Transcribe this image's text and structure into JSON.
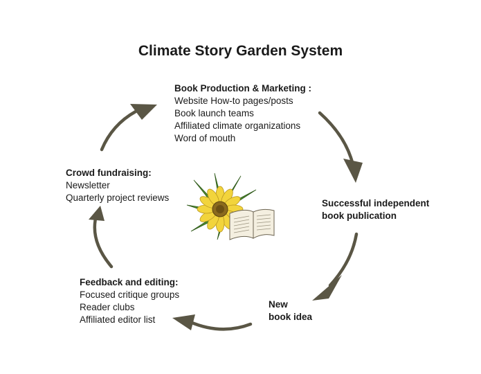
{
  "diagram": {
    "title": "Climate Story Garden System",
    "nodes": {
      "production": {
        "heading": "Book Production & Marketing",
        "suffix": " :",
        "items": [
          "Website How-to pages/posts",
          "Book launch teams",
          "Affiliated climate organizations",
          "Word of mouth"
        ]
      },
      "publication": {
        "heading_line1": "Successful independent",
        "heading_line2": "book publication"
      },
      "new_idea": {
        "heading_line1": "New",
        "heading_line2": "book idea"
      },
      "feedback": {
        "heading": "Feedback and editing:",
        "items": [
          "Focused critique groups",
          "Reader clubs",
          "Affiliated editor list"
        ]
      },
      "crowd": {
        "heading": "Crowd fundraising:",
        "items": [
          "Newsletter",
          "Quarterly project reviews"
        ]
      }
    },
    "colors": {
      "arrow": "#5a5645",
      "petal": "#f2d43c",
      "leaf": "#4f8a2e",
      "seed": "#8a6a1e",
      "page": "#f4efe0"
    },
    "center_icon": "sunflower-and-open-book-icon"
  }
}
